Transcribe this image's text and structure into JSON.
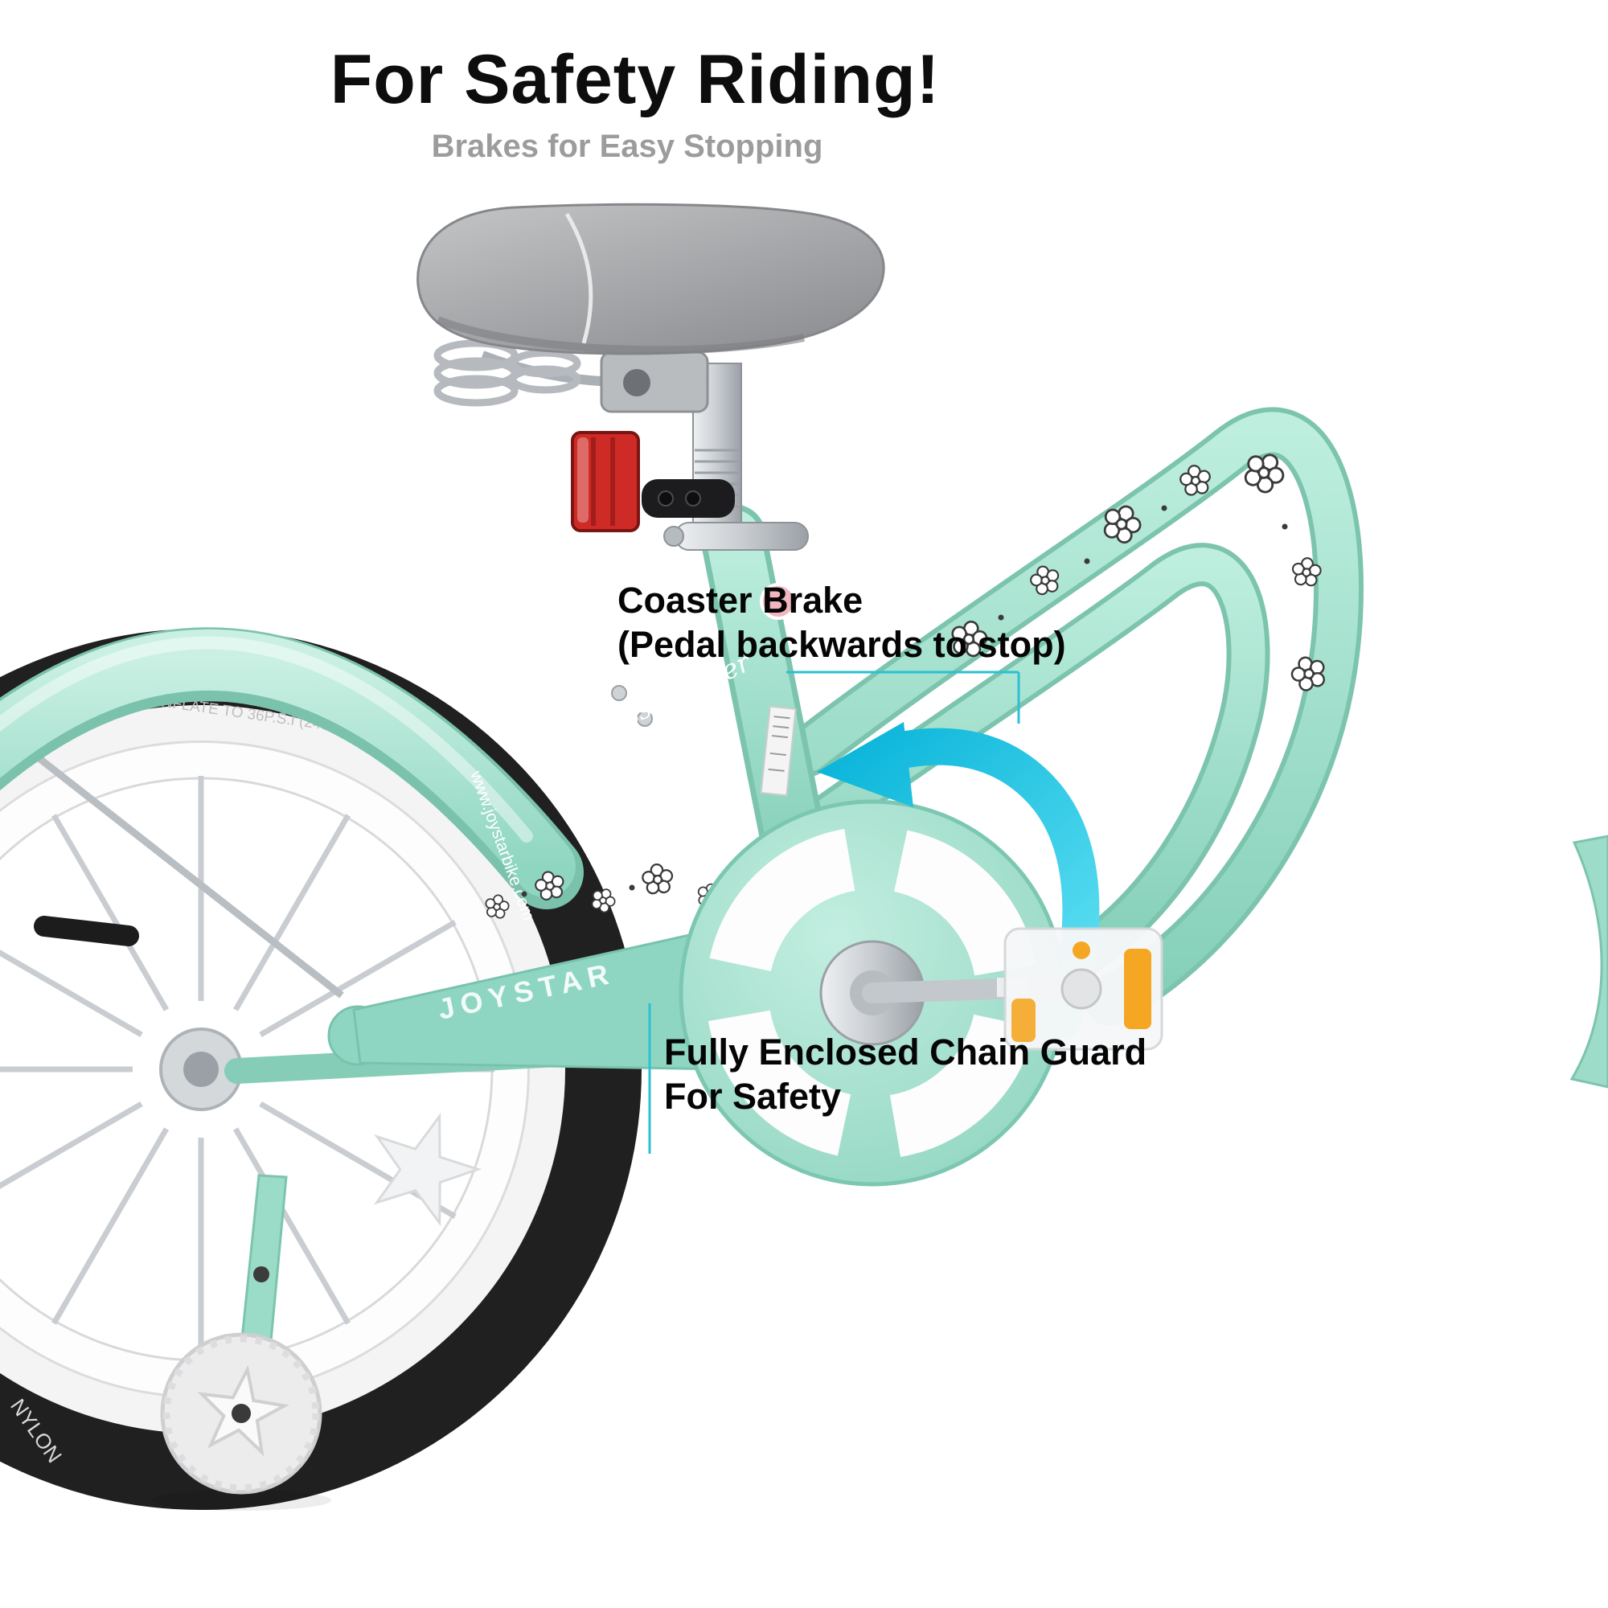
{
  "header": {
    "title": "For Safety Riding!",
    "subtitle": "Brakes for Easy Stopping"
  },
  "annotations": {
    "coaster_brake": {
      "line1": "Coaster Brake",
      "line2": "(Pedal backwards to stop)"
    },
    "chain_guard": {
      "line1": "Fully Enclosed Chain Guard",
      "line2": "For Safety"
    }
  },
  "bike": {
    "decals": {
      "chain_guard_brand": "JOYSTAR",
      "frame_script": "Miss Cruiser",
      "fender_url": "www.joystarbike.com",
      "tire_text": "INFLATE TO 36P.S.I (240KPa) (2.4BAR)",
      "tire_text2": "NYLON"
    },
    "colors": {
      "frame_mint": "#a9e3d2",
      "arrow_cyan": "#1ec9e4",
      "connector_teal": "#2bc0d4",
      "reflector_red": "#cf2b26",
      "pedal_reflector_orange": "#f5a623",
      "saddle_gray": "#a7a8ab"
    }
  }
}
